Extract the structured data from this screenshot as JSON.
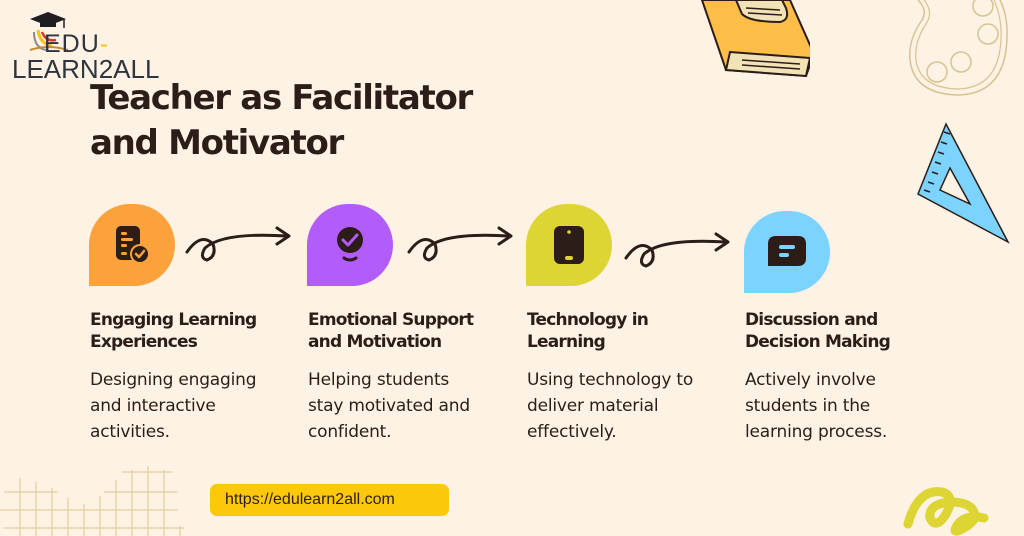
{
  "logo": {
    "line1": "EDU",
    "line1_dash": "-",
    "line2": "LEARN2ALL",
    "icon": "graduation-cap-book-icon"
  },
  "title": {
    "line1": "Teacher as Facilitator",
    "line2": "and Motivator"
  },
  "steps": [
    {
      "title_line1": "Engaging Learning",
      "title_line2": "Experiences",
      "desc_line1": "Designing engaging",
      "desc_line2": "and interactive",
      "desc_line3": "activities.",
      "icon": "checklist-icon",
      "color": "#fba23c"
    },
    {
      "title_line1": "Emotional Support",
      "title_line2": "and Motivation",
      "desc_line1": "Helping students",
      "desc_line2": "stay motivated and",
      "desc_line3": "confident.",
      "icon": "lightbulb-check-icon",
      "color": "#b25df9"
    },
    {
      "title_line1": "Technology in",
      "title_line2": "Learning",
      "desc_line1": "Using technology to",
      "desc_line2": "deliver material",
      "desc_line3": "effectively.",
      "icon": "tablet-icon",
      "color": "#dcd533"
    },
    {
      "title_line1": "Discussion and",
      "title_line2": "Decision Making",
      "desc_line1": "Actively involve",
      "desc_line2": "students in the",
      "desc_line3": "learning process.",
      "icon": "chat-bubble-icon",
      "color": "#7bd3fe"
    }
  ],
  "footer": {
    "url": "https://edulearn2all.com"
  },
  "colors": {
    "background": "#fdf2e3",
    "text": "#2d1d19",
    "url_pill": "#fcc80c"
  }
}
